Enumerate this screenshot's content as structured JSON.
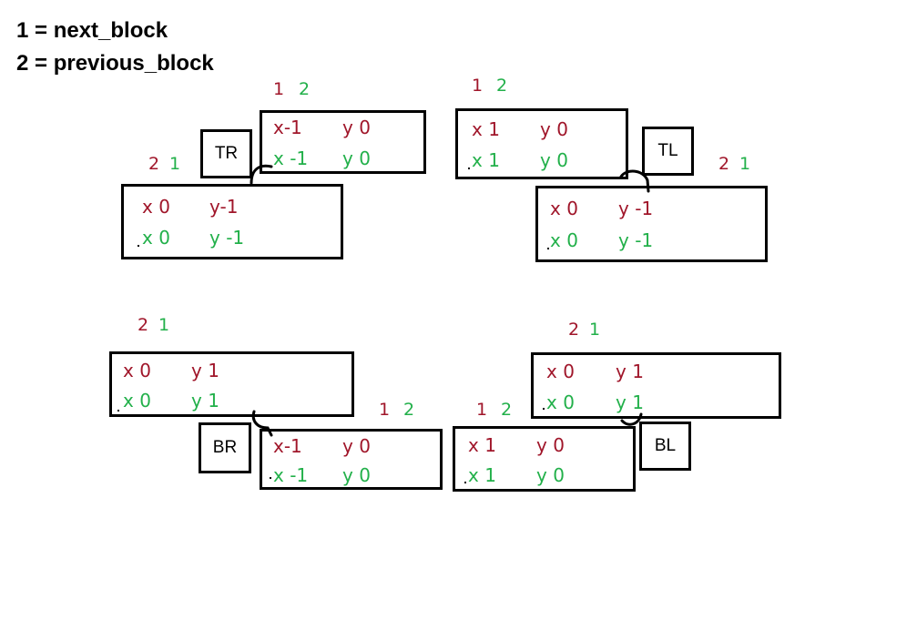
{
  "legend": {
    "line1": "1 = next_block",
    "line2": "2 = previous_block"
  },
  "colors": {
    "next": "#a0162a",
    "previous": "#22b04a",
    "ink": "#000000"
  },
  "groups": {
    "tr": {
      "corner_label": "TR",
      "next_block": {
        "order": [
          "1",
          "2"
        ],
        "red_x": "x-1",
        "red_y": "y 0",
        "green_x": "x -1",
        "green_y": "y 0"
      },
      "previous_block": {
        "order": [
          "2",
          "1"
        ],
        "red_x": "x 0",
        "red_y": "y-1",
        "green_x": "x 0",
        "green_y": "y -1"
      }
    },
    "tl": {
      "corner_label": "TL",
      "next_block": {
        "order": [
          "1",
          "2"
        ],
        "red_x": "x 1",
        "red_y": "y 0",
        "green_x": "x 1",
        "green_y": "y 0"
      },
      "previous_block": {
        "order": [
          "2",
          "1"
        ],
        "red_x": "x 0",
        "red_y": "y -1",
        "green_x": "x 0",
        "green_y": "y -1"
      }
    },
    "br": {
      "corner_label": "BR",
      "previous_block": {
        "order": [
          "2",
          "1"
        ],
        "red_x": "x 0",
        "red_y": "y 1",
        "green_x": "x 0",
        "green_y": "y 1"
      },
      "next_block": {
        "order": [
          "1",
          "2"
        ],
        "red_x": "x-1",
        "red_y": "y 0",
        "green_x": "x -1",
        "green_y": "y 0"
      }
    },
    "bl": {
      "corner_label": "BL",
      "previous_block": {
        "order": [
          "2",
          "1"
        ],
        "red_x": "x 0",
        "red_y": "y 1",
        "green_x": "x 0",
        "green_y": "y 1"
      },
      "next_block": {
        "order": [
          "1",
          "2"
        ],
        "red_x": "x 1",
        "red_y": "y 0",
        "green_x": "x 1",
        "green_y": "y 0"
      }
    }
  }
}
